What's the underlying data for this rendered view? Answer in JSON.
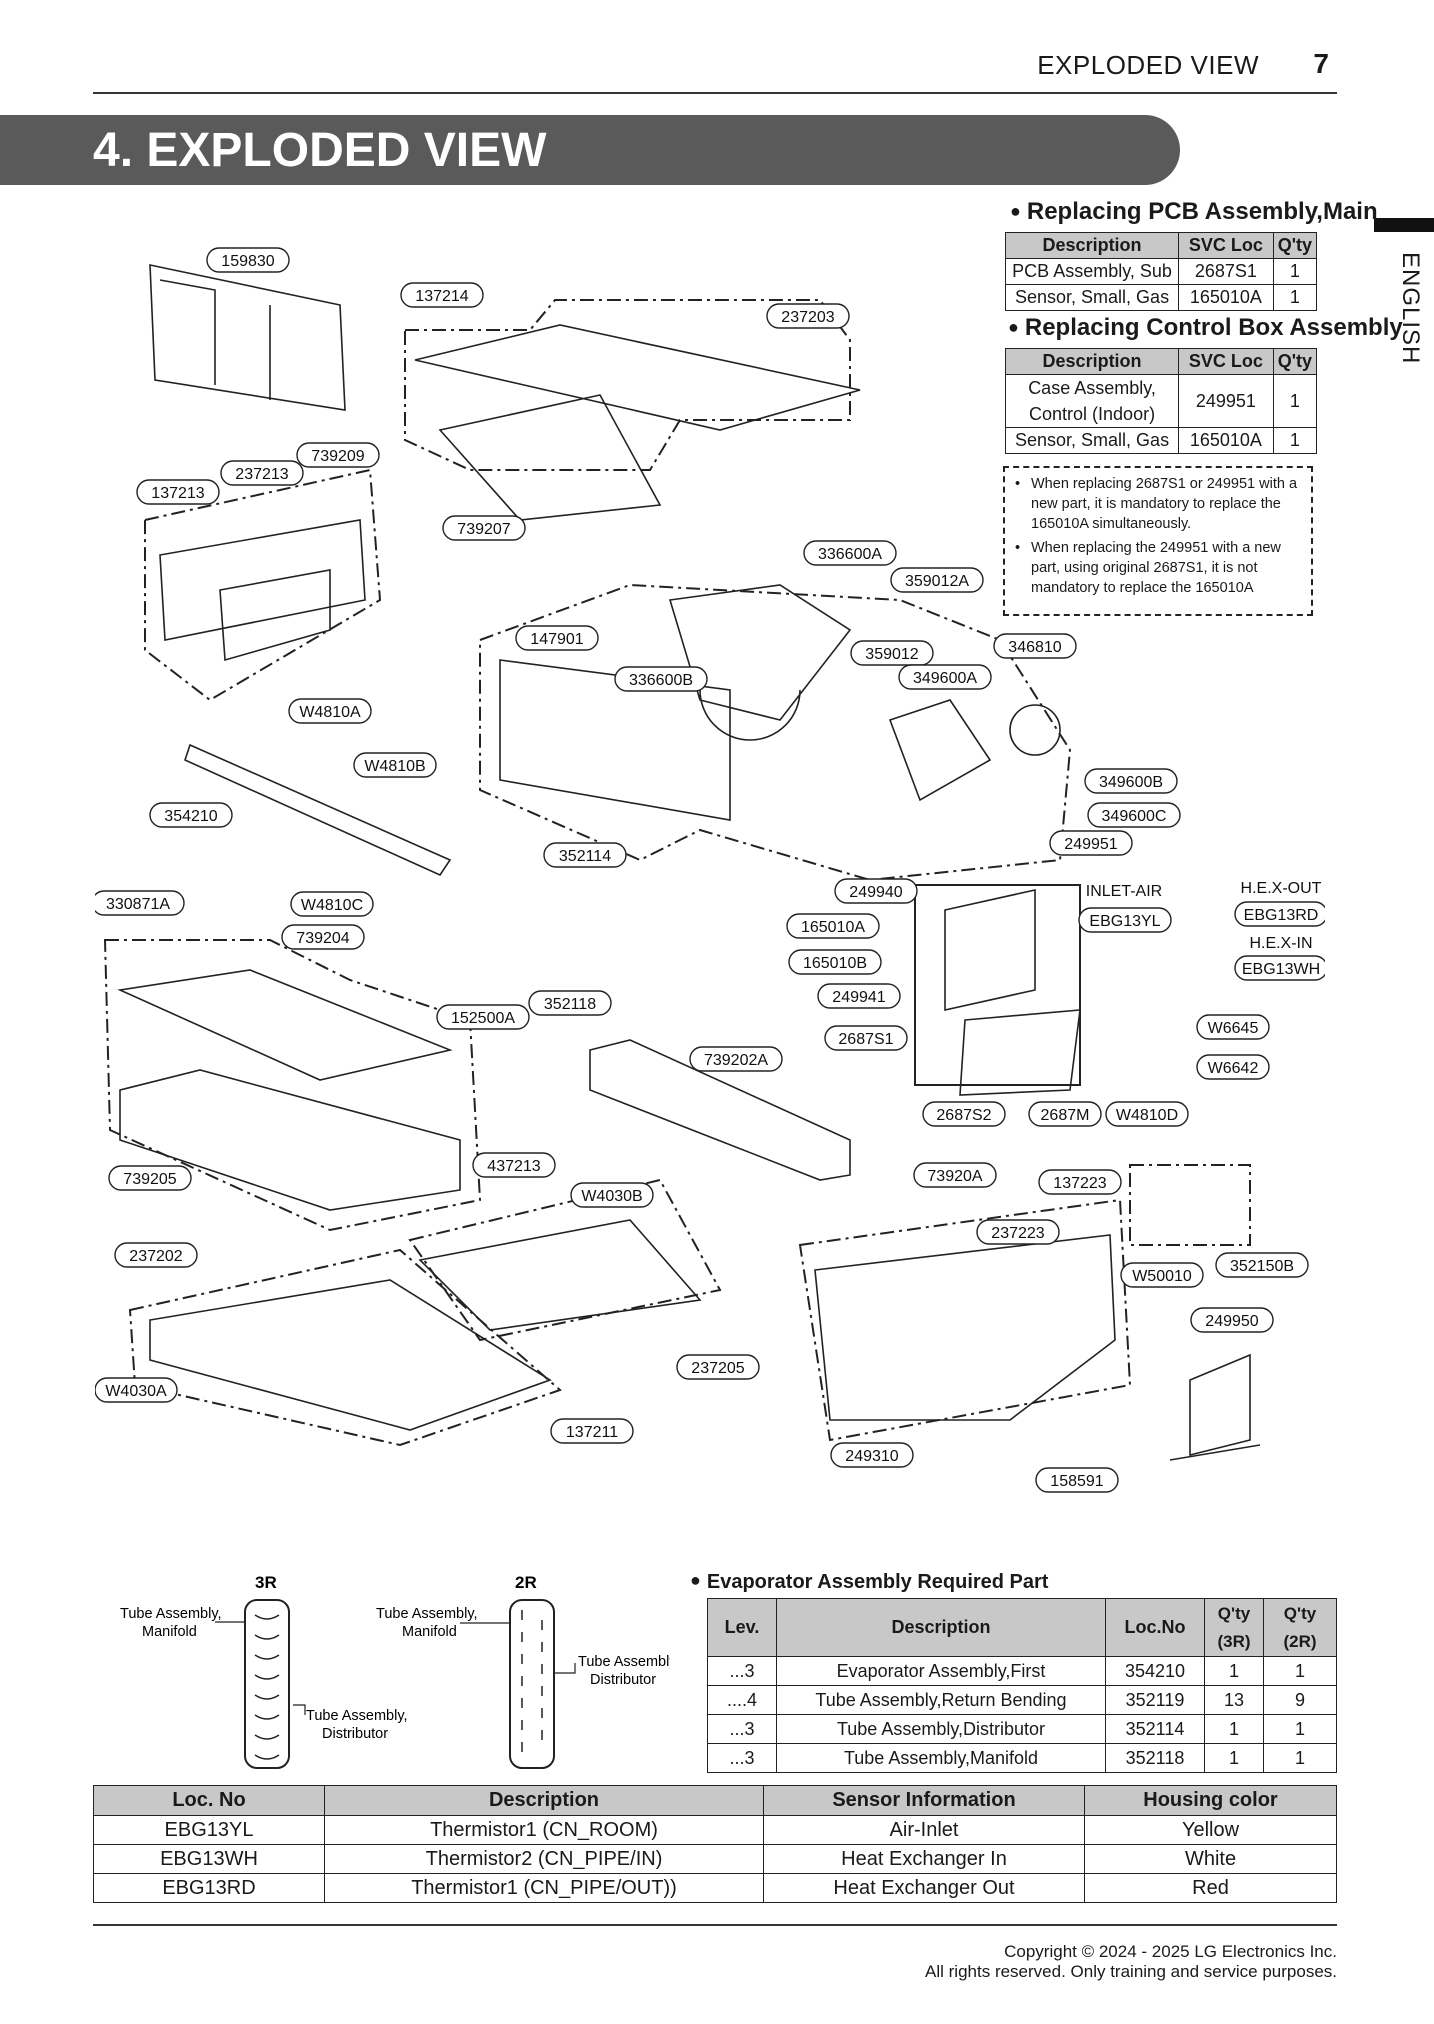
{
  "header": {
    "title": "EXPLODED VIEW",
    "page": "7"
  },
  "banner": {
    "title": "4. EXPLODED VIEW"
  },
  "side_tab": {
    "label": "ENGLISH"
  },
  "pcb": {
    "title": "Replacing PCB Assembly,Main",
    "headers": [
      "Description",
      "SVC Loc",
      "Q'ty"
    ],
    "rows": [
      [
        "PCB Assembly, Sub",
        "2687S1",
        "1"
      ],
      [
        "Sensor, Small, Gas",
        "165010A",
        "1"
      ]
    ]
  },
  "control_box": {
    "title": "Replacing Control Box Assembly",
    "headers": [
      "Description",
      "SVC Loc",
      "Q'ty"
    ],
    "rows": [
      [
        "Case Assembly, Control (Indoor)",
        "249951",
        "1"
      ],
      [
        "Sensor, Small, Gas",
        "165010A",
        "1"
      ]
    ]
  },
  "notes": [
    "When replacing 2687S1 or 249951 with a new part, it is mandatory to replace the 165010A simultaneously.",
    "When replacing the 249951 with a new part, using original 2687S1, it is not mandatory to replace the 165010A"
  ],
  "part_labels": [
    "159830",
    "137214",
    "237203",
    "739209",
    "237213",
    "137213",
    "739207",
    "336600A",
    "359012A",
    "147901",
    "359012",
    "346810",
    "336600B",
    "349600A",
    "W4810A",
    "W4810B",
    "349600B",
    "354210",
    "349600C",
    "249951",
    "352114",
    "249940",
    "INLET-AIR",
    "H.E.X-OUT",
    "330871A",
    "W4810C",
    "165010A",
    "EBG13YL",
    "EBG13RD",
    "739204",
    "H.E.X-IN",
    "165010B",
    "EBG13WH",
    "352118",
    "249941",
    "152500A",
    "W6645",
    "2687S1",
    "739202A",
    "W6642",
    "2687S2",
    "2687M",
    "W4810D",
    "437213",
    "73920A",
    "137223",
    "739205",
    "W4030B",
    "237223",
    "237202",
    "W50010",
    "352150B",
    "249950",
    "237205",
    "W4030A",
    "137211",
    "249310",
    "158591"
  ],
  "tube_diagram": {
    "label_3r": "3R",
    "label_2r": "2R",
    "manifold_3r": "Tube Assembly,\nManifold",
    "distributor_3r": "Tube Assembly,\nDistributor",
    "manifold_2r": "Tube Assembly,\nManifold",
    "distributor_2r": "Tube Assembly,\nDistributor"
  },
  "evaporator": {
    "title": "Evaporator Assembly Required Part",
    "headers": [
      "Lev.",
      "Description",
      "Loc.No",
      "Q'ty (3R)",
      "Q'ty (2R)"
    ],
    "rows": [
      [
        "...3",
        "Evaporator Assembly,First",
        "354210",
        "1",
        "1"
      ],
      [
        "....4",
        "Tube Assembly,Return Bending",
        "352119",
        "13",
        "9"
      ],
      [
        "...3",
        "Tube Assembly,Distributor",
        "352114",
        "1",
        "1"
      ],
      [
        "...3",
        "Tube Assembly,Manifold",
        "352118",
        "1",
        "1"
      ]
    ]
  },
  "sensors": {
    "headers": [
      "Loc. No",
      "Description",
      "Sensor Information",
      "Housing color"
    ],
    "rows": [
      [
        "EBG13YL",
        "Thermistor1 (CN_ROOM)",
        "Air-Inlet",
        "Yellow"
      ],
      [
        "EBG13WH",
        "Thermistor2 (CN_PIPE/IN)",
        "Heat Exchanger In",
        "White"
      ],
      [
        "EBG13RD",
        "Thermistor1 (CN_PIPE/OUT))",
        "Heat Exchanger Out",
        "Red"
      ]
    ]
  },
  "footer": {
    "line1": "Copyright © 2024 - 2025 LG Electronics Inc.",
    "line2": "All rights reserved. Only training and service purposes."
  }
}
